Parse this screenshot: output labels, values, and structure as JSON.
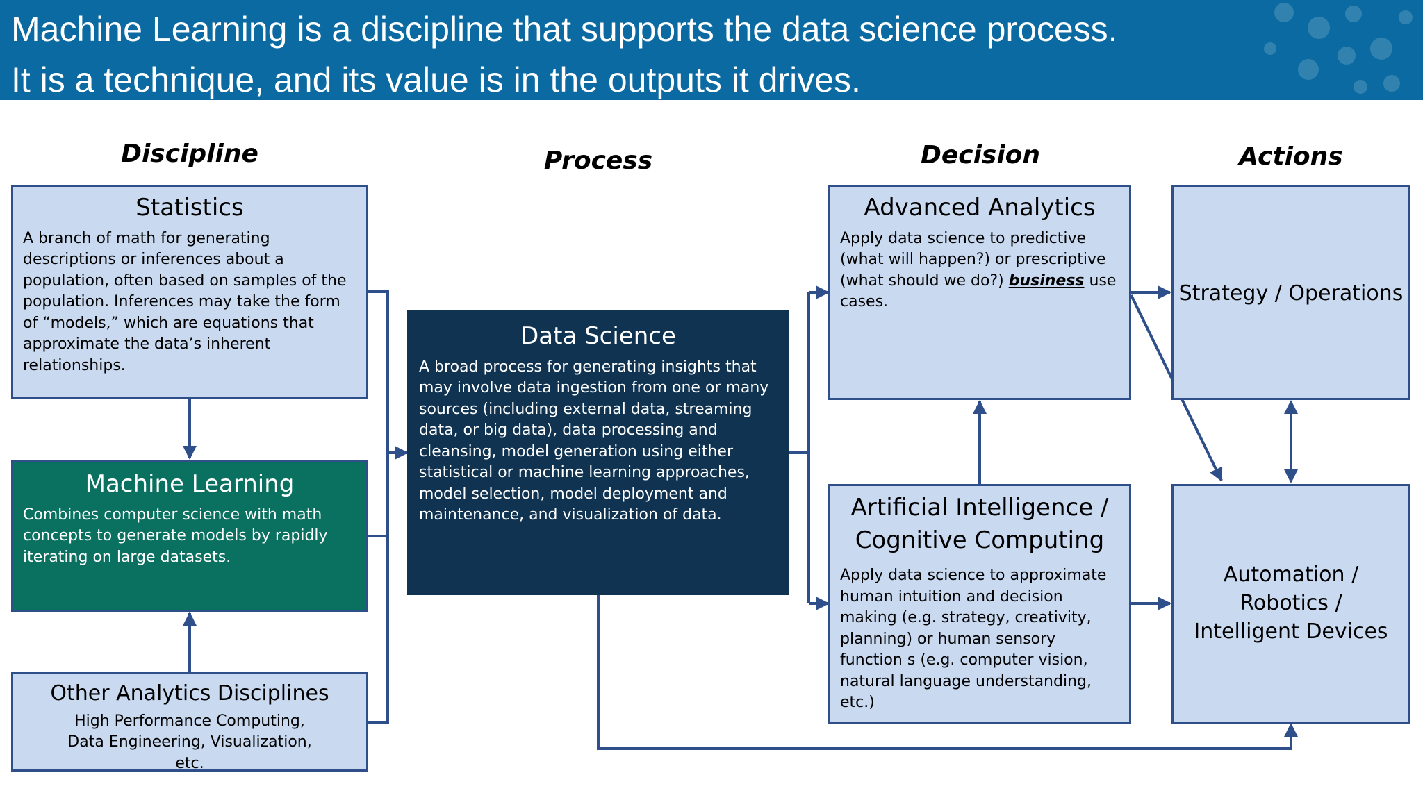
{
  "banner": {
    "line1": "Machine Learning is a discipline that supports the data science process.",
    "line2": "It is a technique, and its value is in the outputs it drives."
  },
  "columns": {
    "discipline": "Discipline",
    "process": "Process",
    "decision": "Decision",
    "actions": "Actions"
  },
  "statistics": {
    "title": "Statistics",
    "body": "A branch of math for generating descriptions or inferences about a population, often based on samples of the population. Inferences may take the form of “models,” which are equations that approximate the data’s inherent relationships."
  },
  "machine_learning": {
    "title": "Machine Learning",
    "body": "Combines computer science with math concepts to generate models by rapidly iterating on large datasets."
  },
  "other_disciplines": {
    "title": "Other Analytics Disciplines",
    "body": "High Performance Computing, Data Engineering, Visualization, etc."
  },
  "data_science": {
    "title": "Data Science",
    "body": "A broad process for generating insights that may involve data ingestion from one or many sources (including external data, streaming data, or big data), data processing and cleansing, model generation using either statistical or machine learning approaches, model selection, model deployment and maintenance, and visualization of data."
  },
  "advanced_analytics": {
    "title": "Advanced Analytics",
    "body_before": "Apply data science to predictive (what will happen?) or prescriptive (what should we do?) ",
    "body_emphasis": "business",
    "body_after": " use cases."
  },
  "ai": {
    "title_line1": "Artificial Intelligence /",
    "title_line2": "Cognitive Computing",
    "body": "Apply data science to approximate human intuition and decision making (e.g. strategy, creativity, planning) or human sensory function s (e.g. computer vision, natural language understanding, etc.)"
  },
  "strategy": {
    "label": "Strategy / Operations"
  },
  "automation": {
    "line1": "Automation /",
    "line2": "Robotics /",
    "line3": "Intelligent Devices"
  },
  "colors": {
    "banner": "#0a6aa1",
    "light_box": "#c9d9f0",
    "green_box": "#0a7060",
    "navy_box": "#0f3350",
    "connector": "#2f4f8a"
  }
}
